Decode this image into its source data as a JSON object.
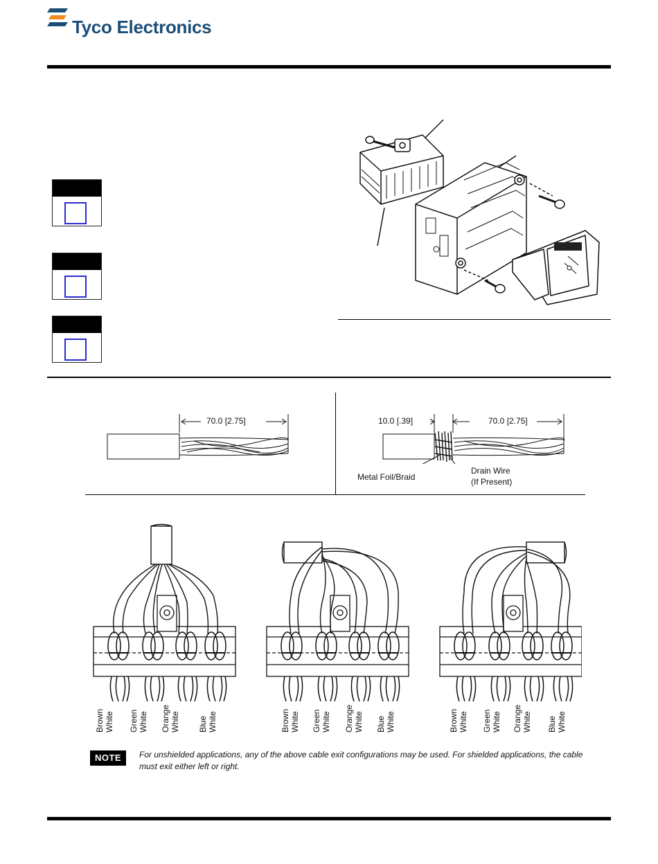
{
  "header": {
    "brand": "Tyco Electronics",
    "brand_color": "#1c4e78",
    "logo_accent": "#f08c1e"
  },
  "icons": [
    "tyco-logo-icon",
    "checkbox-icon",
    "jack-assembly-illustration",
    "cable-strip-diagram",
    "wire-termination-diagram"
  ],
  "strip_unshielded": {
    "dim": "70.0 [2.75]"
  },
  "strip_shielded": {
    "dim_foil": "10.0 [.39]",
    "dim_wires": "70.0 [2.75]",
    "foil_label": "Metal Foil/Braid",
    "drain_label": "Drain Wire",
    "drain_note": "(If Present)"
  },
  "wires": {
    "config_1": [
      "Brown",
      "White",
      "Green",
      "White",
      "Orange",
      "White",
      "Blue",
      "White"
    ],
    "config_2": [
      "Brown",
      "White",
      "Green",
      "White",
      "Orange",
      "White",
      "Blue",
      "White"
    ],
    "config_3": [
      "Brown",
      "White",
      "Green",
      "White",
      "Orange",
      "White",
      "Blue",
      "White"
    ]
  },
  "note": {
    "badge": "NOTE",
    "text": "For unshielded applications, any of the above cable exit configurations may be used. For shielded applications, the cable must exit either left or right."
  }
}
